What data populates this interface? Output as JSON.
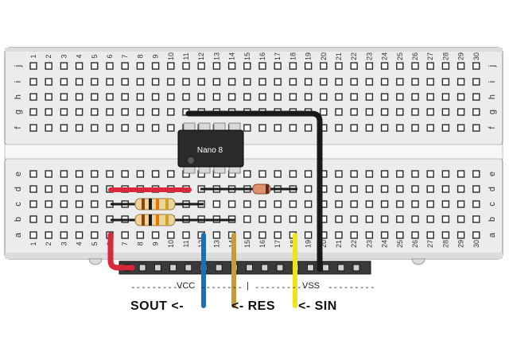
{
  "breadboard": {
    "columns": [
      "1",
      "2",
      "3",
      "4",
      "5",
      "6",
      "7",
      "8",
      "9",
      "10",
      "11",
      "12",
      "13",
      "14",
      "15",
      "16",
      "17",
      "18",
      "19",
      "20",
      "21",
      "22",
      "23",
      "24",
      "25",
      "26",
      "27",
      "28",
      "29",
      "30"
    ],
    "top_rows": [
      "j",
      "i",
      "h",
      "g",
      "f"
    ],
    "bottom_rows": [
      "e",
      "d",
      "c",
      "b",
      "a"
    ]
  },
  "chip": {
    "label": "Nano 8"
  },
  "header": {
    "dash_left": "----------",
    "vcc": "VCC",
    "dash_mid_left": "--------",
    "separator": "|",
    "dash_mid_right": "----------",
    "vss": "VSS",
    "dash_right": "---------"
  },
  "signals": {
    "sout": "SOUT <-",
    "res": "<- RES",
    "sin": "<- SIN"
  },
  "colors": {
    "red_wire": "#d9283a",
    "black_wire": "#1a1a1a",
    "blue_wire": "#1a6fb5",
    "orange_wire": "#c99a3a",
    "yellow_wire": "#f2e21a"
  }
}
